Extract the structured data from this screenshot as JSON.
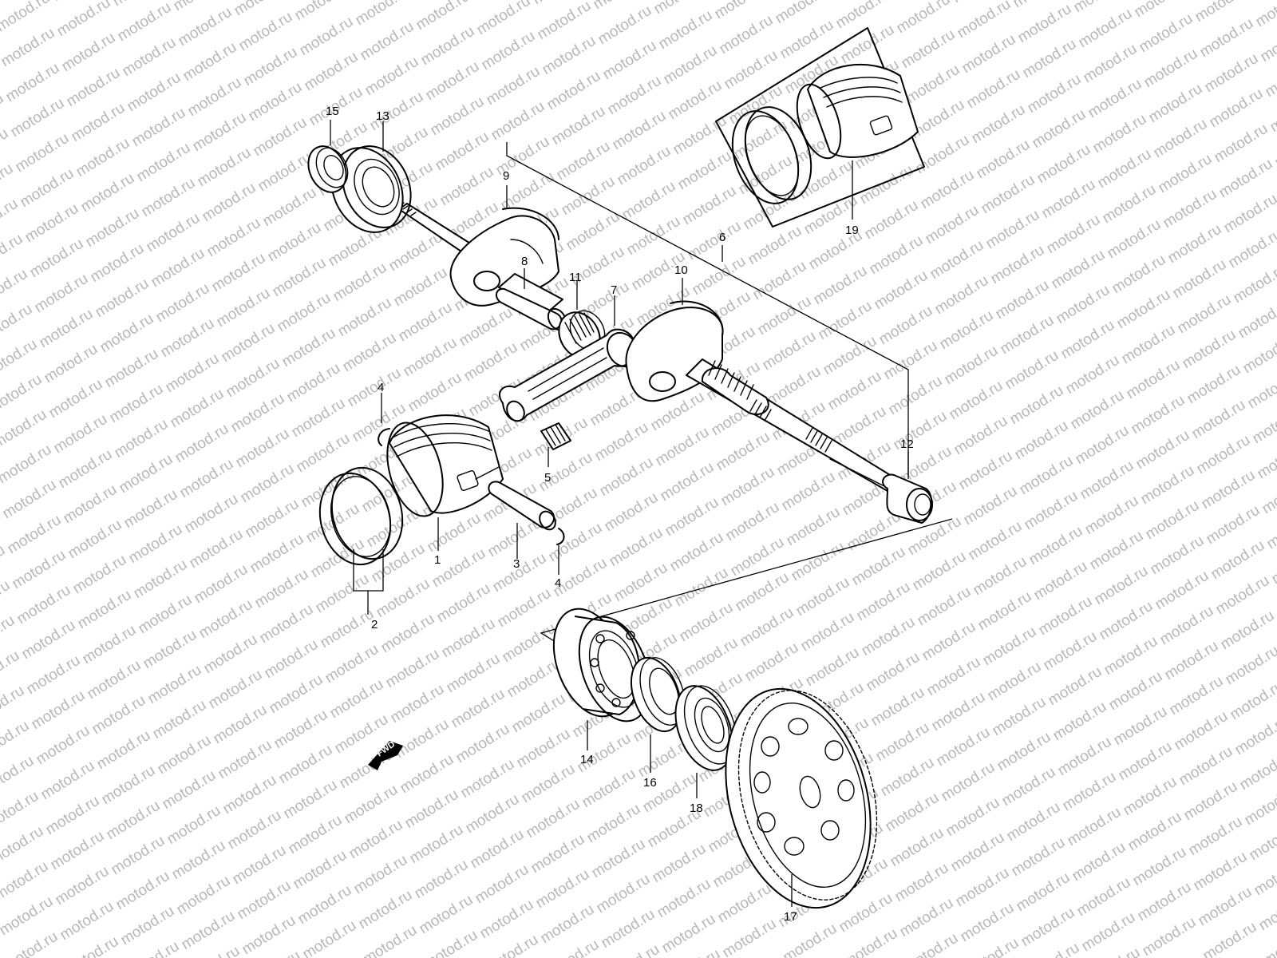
{
  "watermark": {
    "text": "motod.ru",
    "color": "#b8b8b8"
  },
  "fwd_badge": {
    "text": "FWD"
  },
  "callouts": [
    {
      "id": "1",
      "text": "1"
    },
    {
      "id": "2",
      "text": "2"
    },
    {
      "id": "3",
      "text": "3"
    },
    {
      "id": "4a",
      "text": "4"
    },
    {
      "id": "4b",
      "text": "4"
    },
    {
      "id": "5",
      "text": "5"
    },
    {
      "id": "6",
      "text": "6"
    },
    {
      "id": "7",
      "text": "7"
    },
    {
      "id": "8",
      "text": "8"
    },
    {
      "id": "9",
      "text": "9"
    },
    {
      "id": "10",
      "text": "10"
    },
    {
      "id": "11",
      "text": "11"
    },
    {
      "id": "12",
      "text": "12"
    },
    {
      "id": "13",
      "text": "13"
    },
    {
      "id": "14",
      "text": "14"
    },
    {
      "id": "15",
      "text": "15"
    },
    {
      "id": "16",
      "text": "16"
    },
    {
      "id": "17",
      "text": "17"
    },
    {
      "id": "18",
      "text": "18"
    },
    {
      "id": "19",
      "text": "19"
    }
  ]
}
